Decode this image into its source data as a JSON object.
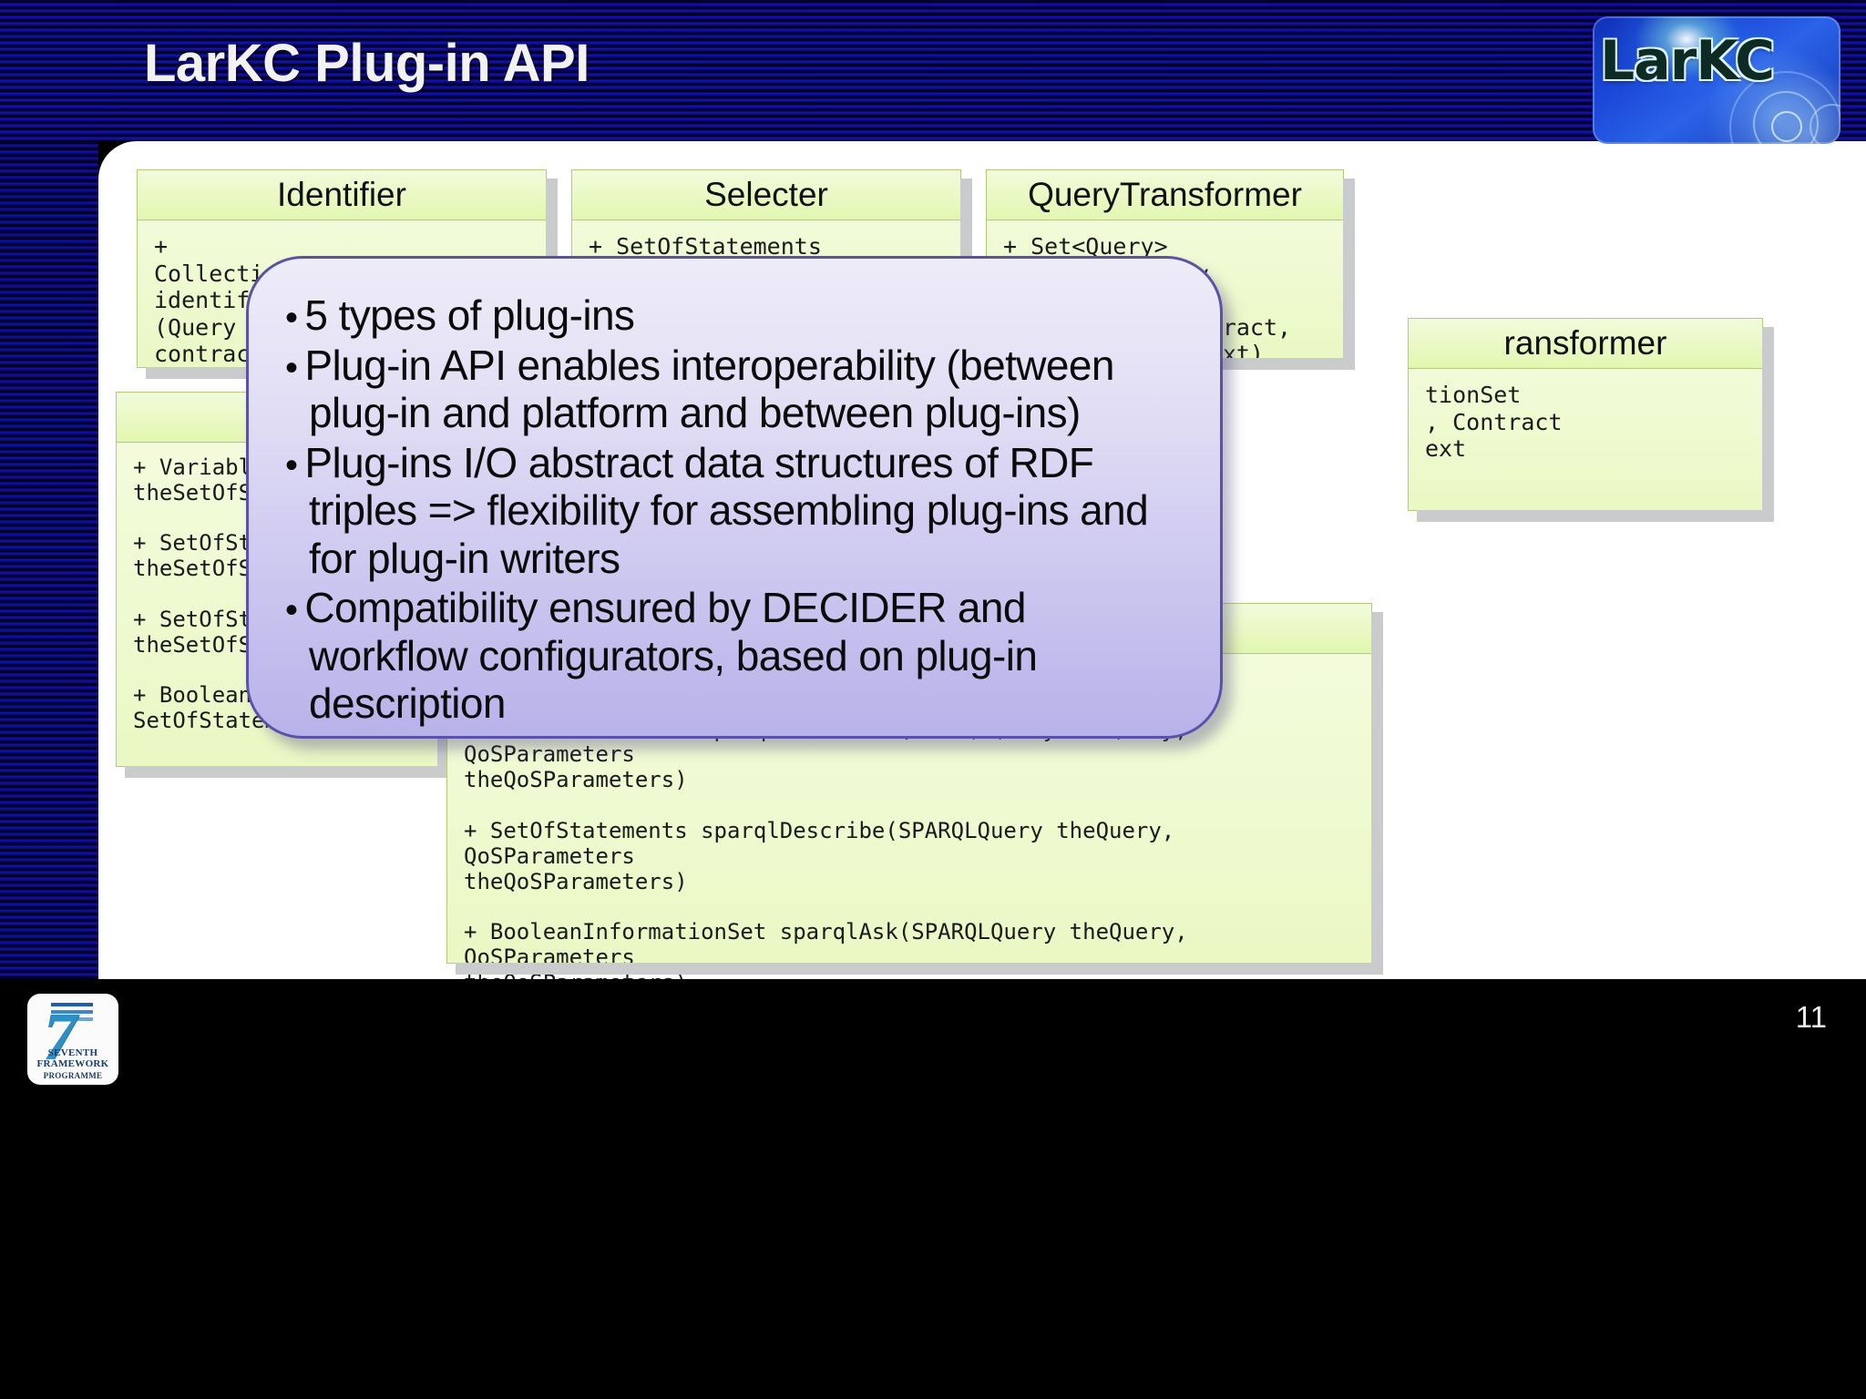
{
  "slide": {
    "title": "LarKC Plug-in API",
    "page_number": "11",
    "logo": {
      "name": "larkc-logo",
      "text": "LarKC"
    },
    "footer_logo": {
      "name": "fp7-logo",
      "digit": "7",
      "line1": "SEVENTH FRAMEWORK",
      "line2": "PROGRAMME"
    },
    "colors": {
      "header_blue": "#0a0a7a",
      "header_dark": "#000026",
      "panel_white": "#ffffff",
      "uml_fill_top": "#f5fce0",
      "uml_fill_bottom": "#eaf8c4",
      "uml_header_top": "#f2fbdc",
      "uml_header_bottom": "#e2f7b0",
      "uml_border": "#b5c97a",
      "uml_shadow": "#c9cbcd",
      "callout_top": "#eeecf8",
      "callout_bottom": "#b8b2ea",
      "callout_border": "#5a52a8",
      "footer_black": "#000000",
      "title_text": "#f2f2f2"
    }
  },
  "uml_classes": [
    {
      "id": "identifier",
      "title": "Identifier",
      "body": "+ Collection<InformationSet>\nidentify\n(Query theQuery, Contract\ncontract, Context context)"
    },
    {
      "id": "selecter",
      "title": "Selecter",
      "body": "+ SetOfStatements"
    },
    {
      "id": "querytransformer",
      "title": "QueryTransformer",
      "body": "+ Set<Query>\ntransform(Query theQuery,\nContract theContract,\nContext theContext)"
    },
    {
      "id": "transformer-left",
      "title": "",
      "body": ""
    },
    {
      "id": "transformer",
      "title": "ransformer",
      "body": "tionSet\n, Contract\next"
    },
    {
      "id": "lowerleft",
      "title": "",
      "body": "+ Variable\ntheSetOfSt\n\n+ SetOfSta\ntheSetOfSt\n\n+ SetOfSta\ntheSetOfSt\n\n+ BooleanInf\nSetOfStatements"
    },
    {
      "id": "reasoner",
      "title": "",
      "body": "s\n\n+ SetOfStatements sparqlConstruct(SPARQLQuery theQuery, QoSParameters\ntheQoSParameters)\n\n+ SetOfStatements sparqlDescribe(SPARQLQuery theQuery, QoSParameters\ntheQoSParameters)\n\n+ BooleanInformationSet sparqlAsk(SPARQLQuery theQuery, QoSParameters\ntheQoSParameters)"
    }
  ],
  "callout": {
    "bullets": [
      "5 types of plug-ins",
      "Plug-in API enables interoperability (between plug-in and platform and between plug-ins)",
      "Plug-ins I/O abstract data structures of RDF triples => flexibility for assembling plug-ins and for plug-in writers",
      "Compatibility ensured by DECIDER and workflow configurators, based on plug-in description"
    ],
    "bullet_glyph": "•"
  }
}
